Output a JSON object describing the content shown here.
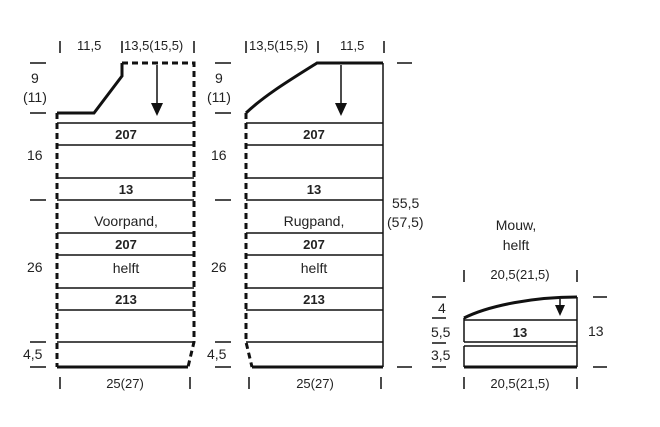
{
  "front": {
    "top_left": "11,5",
    "top_right": "13,5(15,5)",
    "left_9": "9",
    "left_11": "(11)",
    "left_16": "16",
    "left_26": "26",
    "left_4_5": "4,5",
    "bottom": "25(27)",
    "title_1": "Voorpand,",
    "title_2": "helft",
    "bands": [
      "207",
      "13",
      "207",
      "213"
    ]
  },
  "back": {
    "top_left": "13,5(15,5)",
    "top_right": "11,5",
    "left_9": "9",
    "left_11": "(11)",
    "left_16": "16",
    "left_26": "26",
    "left_4_5": "4,5",
    "right_a": "55,5",
    "right_b": "(57,5)",
    "bottom": "25(27)",
    "title_1": "Rugpand,",
    "title_2": "helft",
    "bands": [
      "207",
      "13",
      "207",
      "213"
    ]
  },
  "sleeve": {
    "title_1": "Mouw,",
    "title_2": "helft",
    "top": "20,5(21,5)",
    "bottom": "20,5(21,5)",
    "left_4": "4",
    "left_5_5": "5,5",
    "left_3_5": "3,5",
    "right_13": "13",
    "band": "13"
  }
}
